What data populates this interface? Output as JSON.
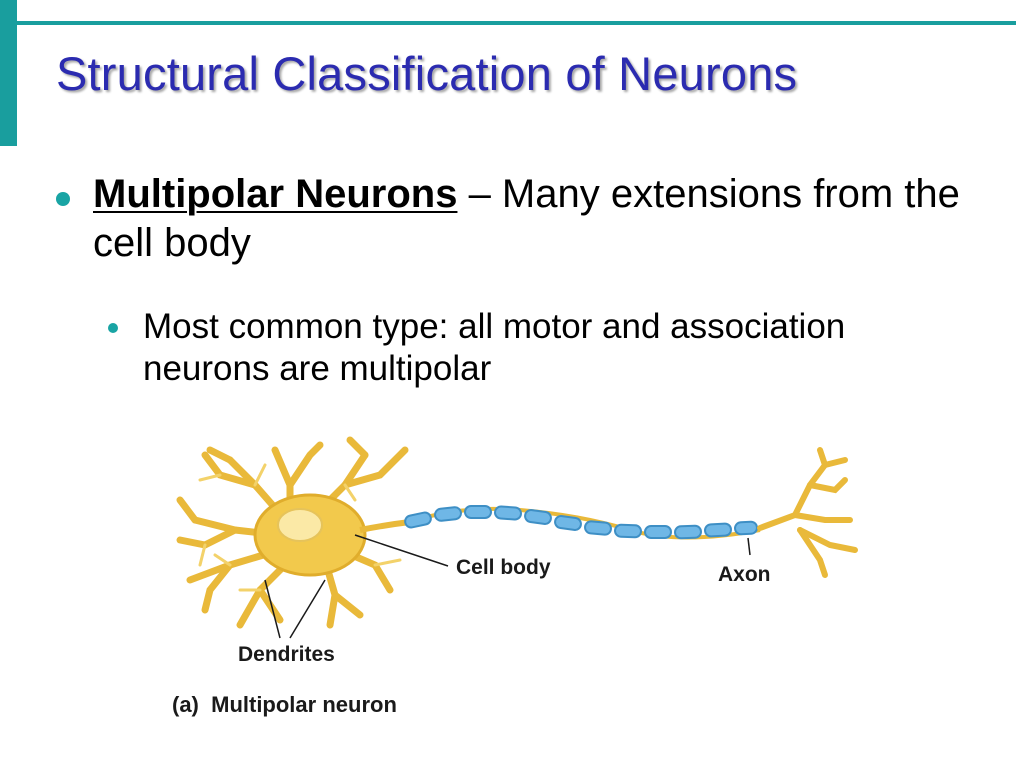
{
  "slide": {
    "title": "Structural Classification of Neurons",
    "bullet1": {
      "term": "Multipolar Neurons",
      "description": " – Many extensions from the cell body"
    },
    "bullet2": {
      "text": "Most common type: all motor and association neurons are multipolar"
    },
    "colors": {
      "accent": "#199e9e",
      "title": "#2b2bb0",
      "bullet": "#19a4a4",
      "neuron": "#f2c94c",
      "myelin": "#6fb7e6"
    }
  },
  "figure": {
    "label_cell_body": "Cell body",
    "label_axon": "Axon",
    "label_dendrites": "Dendrites",
    "caption": "(a)  Multipolar neuron",
    "icon": "multipolar-neuron-illustration"
  }
}
